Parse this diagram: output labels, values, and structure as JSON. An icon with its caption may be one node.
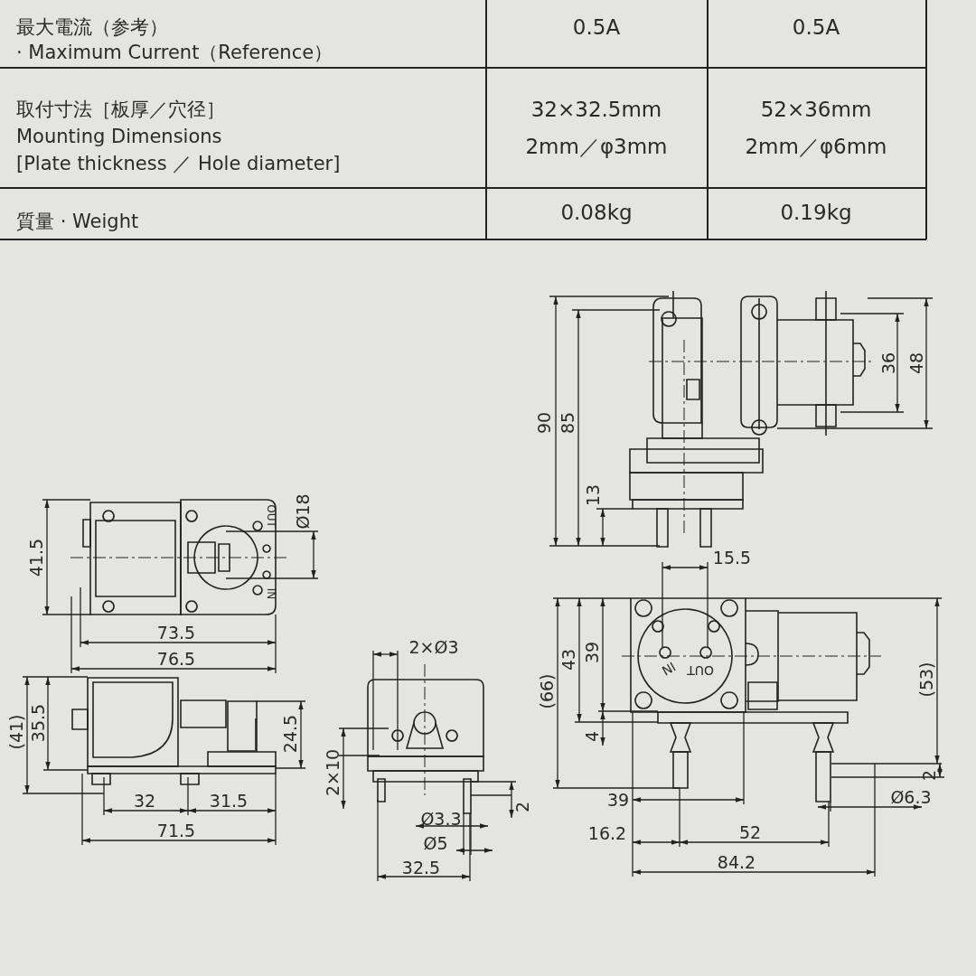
{
  "diagram": {
    "labels": [
      "最大電流（参考）",
      "· Maximum Current（Reference）",
      "0.5A",
      "0.5A",
      "取付寸法［板厚／穴径］",
      "Mounting Dimensions",
      "[Plate thickness ／ Hole diameter]",
      "32×32.5mm",
      "2mm／φ3mm",
      "52×36mm",
      "2mm／φ6mm",
      "質量 · Weight",
      "0.08kg",
      "0.19kg",
      "90",
      "85",
      "13",
      "36",
      "48",
      "41.5",
      "Ø18",
      "OUT",
      "IN",
      "73.5",
      "76.5",
      "15.5",
      "(66)",
      "43",
      "39",
      "4",
      "OUT",
      "IN",
      "(53)",
      "2",
      "39",
      "Ø6.3",
      "16.2",
      "52",
      "84.2",
      "(41)",
      "35.5",
      "24.5",
      "32",
      "31.5",
      "71.5",
      "2×Ø3",
      "2×10",
      "2",
      "Ø3.3",
      "Ø5",
      "32.5"
    ]
  }
}
